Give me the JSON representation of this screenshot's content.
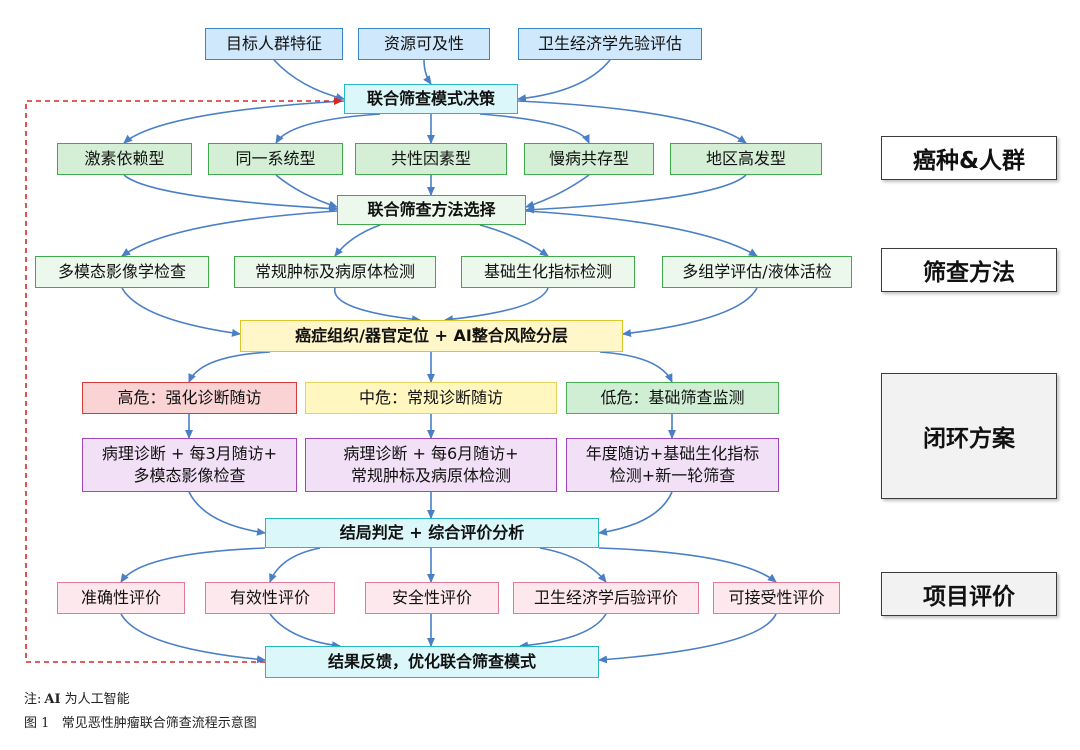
{
  "diagram": {
    "top_inputs": [
      "目标人群特征",
      "资源可及性",
      "卫生经济学先验评估"
    ],
    "decision": "联合筛查模式决策",
    "cancer_types": [
      "激素依赖型",
      "同一系统型",
      "共性因素型",
      "慢病共存型",
      "地区高发型"
    ],
    "method_selection": "联合筛查方法选择",
    "methods": [
      "多模态影像学检查",
      "常规肿标及病原体检测",
      "基础生化指标检测",
      "多组学评估/液体活检"
    ],
    "localization": "癌症组织/器官定位 + AI整合风险分层",
    "risk_levels": [
      "高危：强化诊断随访",
      "中危：常规诊断随访",
      "低危：基础筛查监测"
    ],
    "plans": [
      "病理诊断 + 每3月随访+\n多模态影像检查",
      "病理诊断 + 每6月随访+\n常规肿标及病原体检测",
      "年度随访+基础生化指标\n检测+新一轮筛查"
    ],
    "outcome": "结局判定 + 综合评价分析",
    "evaluations": [
      "准确性评价",
      "有效性评价",
      "安全性评价",
      "卫生经济学后验评价",
      "可接受性评价"
    ],
    "feedback": "结果反馈，优化联合筛查模式"
  },
  "side_labels": [
    "癌种&人群",
    "筛查方法",
    "闭环方案",
    "项目评价"
  ],
  "note_prefix": "注:",
  "note_abbr": "AI",
  "note_text": "为人工智能",
  "figure_caption": "图 1   常见恶性肿瘤联合筛查流程示意图",
  "colors": {
    "arrow": "#4a7fc6",
    "feedback": "#d62828"
  }
}
